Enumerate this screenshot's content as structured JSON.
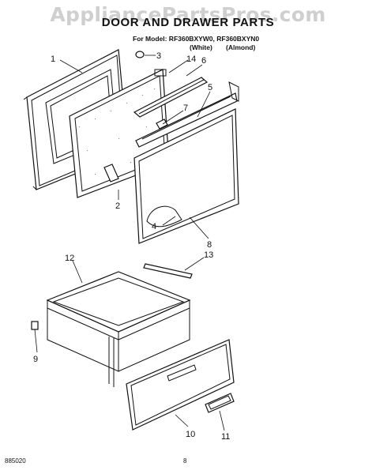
{
  "watermark": "AppliancePartsPros.com",
  "title": "DOOR AND DRAWER PARTS",
  "model_line": "For Model: RF360BXYW0, RF360BXYN0",
  "variants": [
    "(White)",
    "(Almond)"
  ],
  "callouts": [
    "1",
    "2",
    "3",
    "4",
    "5",
    "6",
    "7",
    "8",
    "9",
    "10",
    "11",
    "12",
    "13",
    "14"
  ],
  "footer": {
    "doc_number": "885020",
    "page_number": "8"
  }
}
